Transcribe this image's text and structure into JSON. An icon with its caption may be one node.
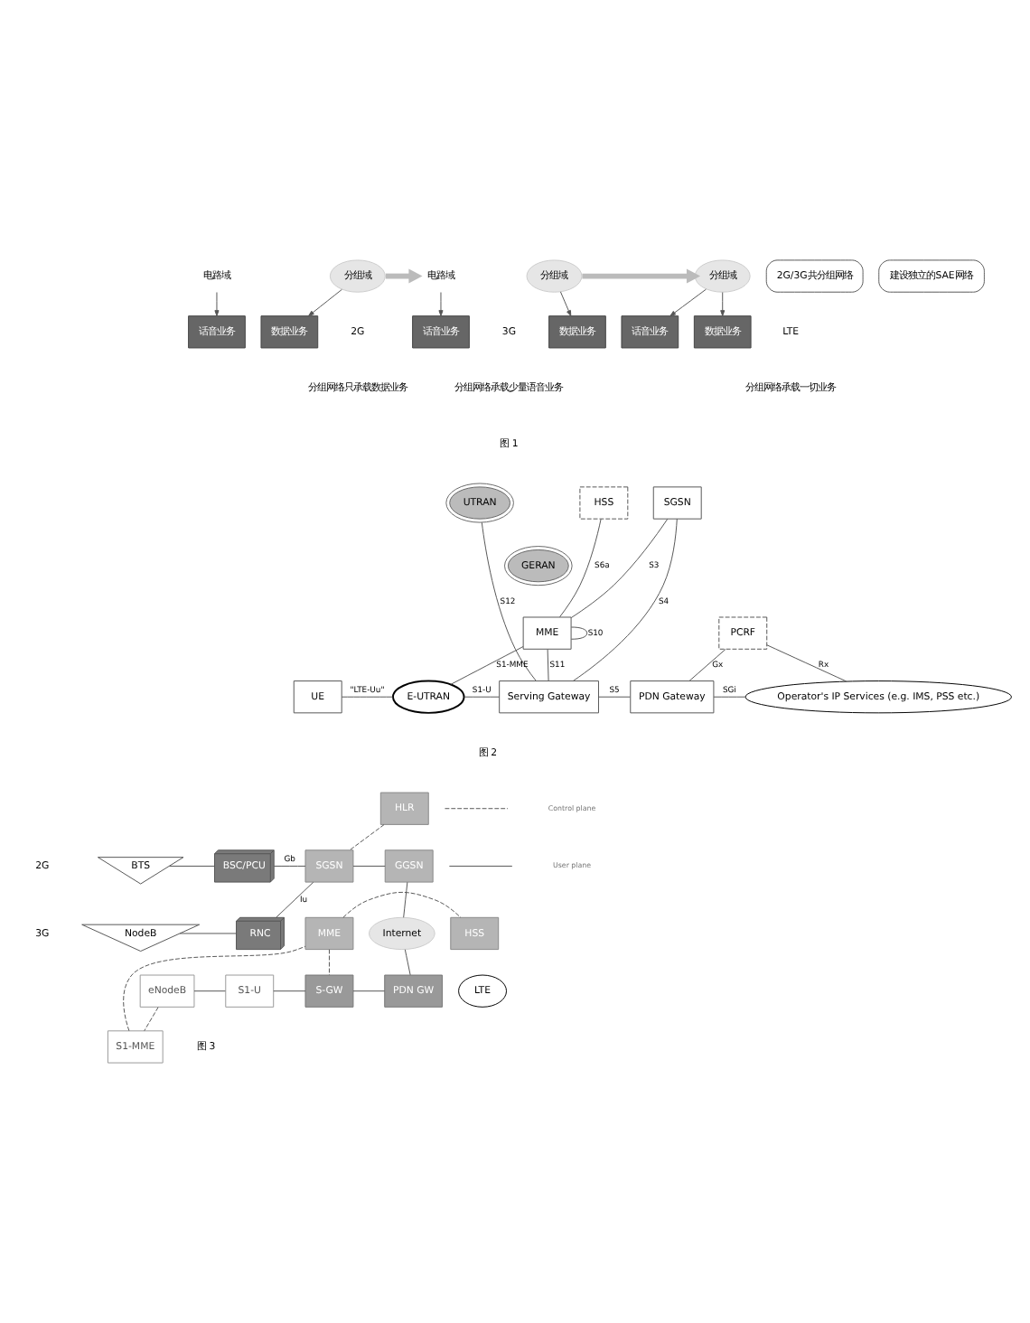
{
  "diagram": {
    "nodes": [
      {
        "text": [
          "话音业务"
        ]
      },
      {
        "text": [
          "数据业务"
        ]
      },
      {
        "text": [
          "电路域"
        ]
      },
      {
        "text": [
          "分组域"
        ]
      },
      {
        "text": [
          "话音业务"
        ]
      },
      {
        "text": [
          "数据业务"
        ]
      },
      {
        "text": [
          "电路域"
        ]
      },
      {
        "text": [
          "分组域"
        ]
      },
      {
        "text": [
          "话音业务"
        ]
      },
      {
        "text": [
          "数据业务"
        ]
      },
      {
        "text": [
          "分组域"
        ]
      },
      {
        "text": [
          "UTRAN"
        ]
      },
      {
        "text": [
          "GERAN"
        ]
      },
      {
        "text": [
          "SGSN"
        ]
      },
      {
        "text": [
          "HSS"
        ]
      },
      {
        "text": [
          "MME"
        ]
      },
      {
        "text": [
          "PCRF"
        ]
      },
      {
        "text": [
          "UE"
        ]
      },
      {
        "text": [
          "E-UTRAN"
        ]
      },
      {
        "text": [
          "Serving Gateway"
        ]
      },
      {
        "text": [
          "PDN Gateway"
        ]
      },
      {
        "text": [
          "Operator's IP Services (e.g. IMS, PSS etc.)"
        ]
      },
      {
        "text": [
          "HLR"
        ]
      },
      {
        "text": [
          "BTS"
        ]
      },
      {
        "text": [
          "BSC/PCU"
        ]
      },
      {
        "text": [
          "NodeB"
        ]
      },
      {
        "text": [
          "RNC"
        ]
      },
      {
        "text": [
          "SGSN"
        ]
      },
      {
        "text": [
          "GGSN"
        ]
      },
      {
        "text": [
          "2G/3G共分组网络"
        ]
      },
      {
        "text": [
          "Internet"
        ]
      },
      {
        "text": [
          "MME"
        ]
      },
      {
        "text": [
          "HSS"
        ]
      },
      {
        "text": [
          "S1-MME"
        ]
      },
      {
        "text": [
          "建设独立的SAE网络"
        ]
      },
      {
        "text": [
          "LTE"
        ]
      },
      {
        "text": [
          "eNodeB"
        ]
      },
      {
        "text": [
          "S1-U"
        ]
      },
      {
        "text": [
          "S-GW"
        ]
      },
      {
        "text": [
          "PDN GW"
        ]
      }
    ],
    "edges": [
      {
        "from": 2,
        "to": 0,
        "arrow": "to"
      },
      {
        "from": 3,
        "to": 1,
        "arrow": "to"
      },
      {
        "from": 3,
        "to": 6,
        "arrow": "to",
        "style": "thick",
        "color": "#bbbbbb"
      },
      {
        "from": 6,
        "to": 4,
        "arrow": "to"
      },
      {
        "from": 7,
        "to": 5,
        "arrow": "to"
      },
      {
        "from": 7,
        "to": 10,
        "arrow": "to",
        "style": "thick",
        "color": "#bbbbbb"
      },
      {
        "from": 10,
        "to": 8,
        "arrow": "to"
      },
      {
        "from": 10,
        "to": 9,
        "arrow": "to"
      },
      {
        "from": 13,
        "to": 15,
        "label": "S3",
        "arrow": "none"
      },
      {
        "from": 15,
        "to": 14,
        "label": "S6a",
        "arrow": "none"
      },
      {
        "from": 18,
        "to": 15,
        "label": "S1-MME",
        "arrow": "none"
      },
      {
        "from": 15,
        "to": 15,
        "label": "S10",
        "arrow": "none"
      },
      {
        "from": 15,
        "to": 19,
        "label": "S11",
        "arrow": "none"
      },
      {
        "from": 13,
        "to": 19,
        "label": "S4",
        "arrow": "none"
      },
      {
        "from": 11,
        "to": 19,
        "label": "S12",
        "arrow": "none"
      },
      {
        "from": 17,
        "to": 18,
        "label": "\"LTE-Uu\"",
        "arrow": "none"
      },
      {
        "from": 18,
        "to": 19,
        "label": "S1-U",
        "arrow": "none"
      },
      {
        "from": 19,
        "to": 20,
        "label": "S5",
        "arrow": "none"
      },
      {
        "from": 20,
        "to": 16,
        "label": "Gx",
        "arrow": "none"
      },
      {
        "from": 16,
        "to": 21,
        "label": "Rx",
        "arrow": "none"
      },
      {
        "from": 20,
        "to": 21,
        "label": "SGi",
        "arrow": "none"
      },
      {
        "from": 23,
        "to": 24,
        "arrow": "none"
      },
      {
        "from": 25,
        "to": 26,
        "arrow": "none"
      },
      {
        "from": 24,
        "to": 27,
        "label": "Gb",
        "arrow": "none"
      },
      {
        "from": 26,
        "to": 27,
        "label": "Iu",
        "arrow": "none"
      },
      {
        "from": 22,
        "to": 27,
        "arrow": "none",
        "style": "dashed"
      },
      {
        "from": 27,
        "to": 28,
        "arrow": "none"
      },
      {
        "from": 28,
        "to": 30,
        "arrow": "none"
      },
      {
        "from": 36,
        "to": 33,
        "arrow": "none",
        "style": "dashed"
      },
      {
        "from": 33,
        "to": 31,
        "arrow": "none",
        "style": "dashed"
      },
      {
        "from": 31,
        "to": 32,
        "arrow": "none",
        "style": "dashed"
      },
      {
        "from": 31,
        "to": 38,
        "arrow": "none",
        "style": "dashed"
      },
      {
        "from": 36,
        "to": 37,
        "arrow": "none"
      },
      {
        "from": 37,
        "to": 38,
        "arrow": "none"
      },
      {
        "from": 38,
        "to": 39,
        "arrow": "none"
      },
      {
        "from": 39,
        "to": 30,
        "arrow": "none"
      }
    ],
    "labels": [
      "2G",
      "3G",
      "LTE",
      "分组网络只承载数据业务",
      "分组网络承载少量语音业务",
      "分组网络承载一切业务",
      "图 1",
      "图 2",
      "2G",
      "3G",
      "图 3"
    ],
    "legend": [
      {
        "text": "Control plane"
      },
      {
        "text": "User plane"
      }
    ]
  }
}
